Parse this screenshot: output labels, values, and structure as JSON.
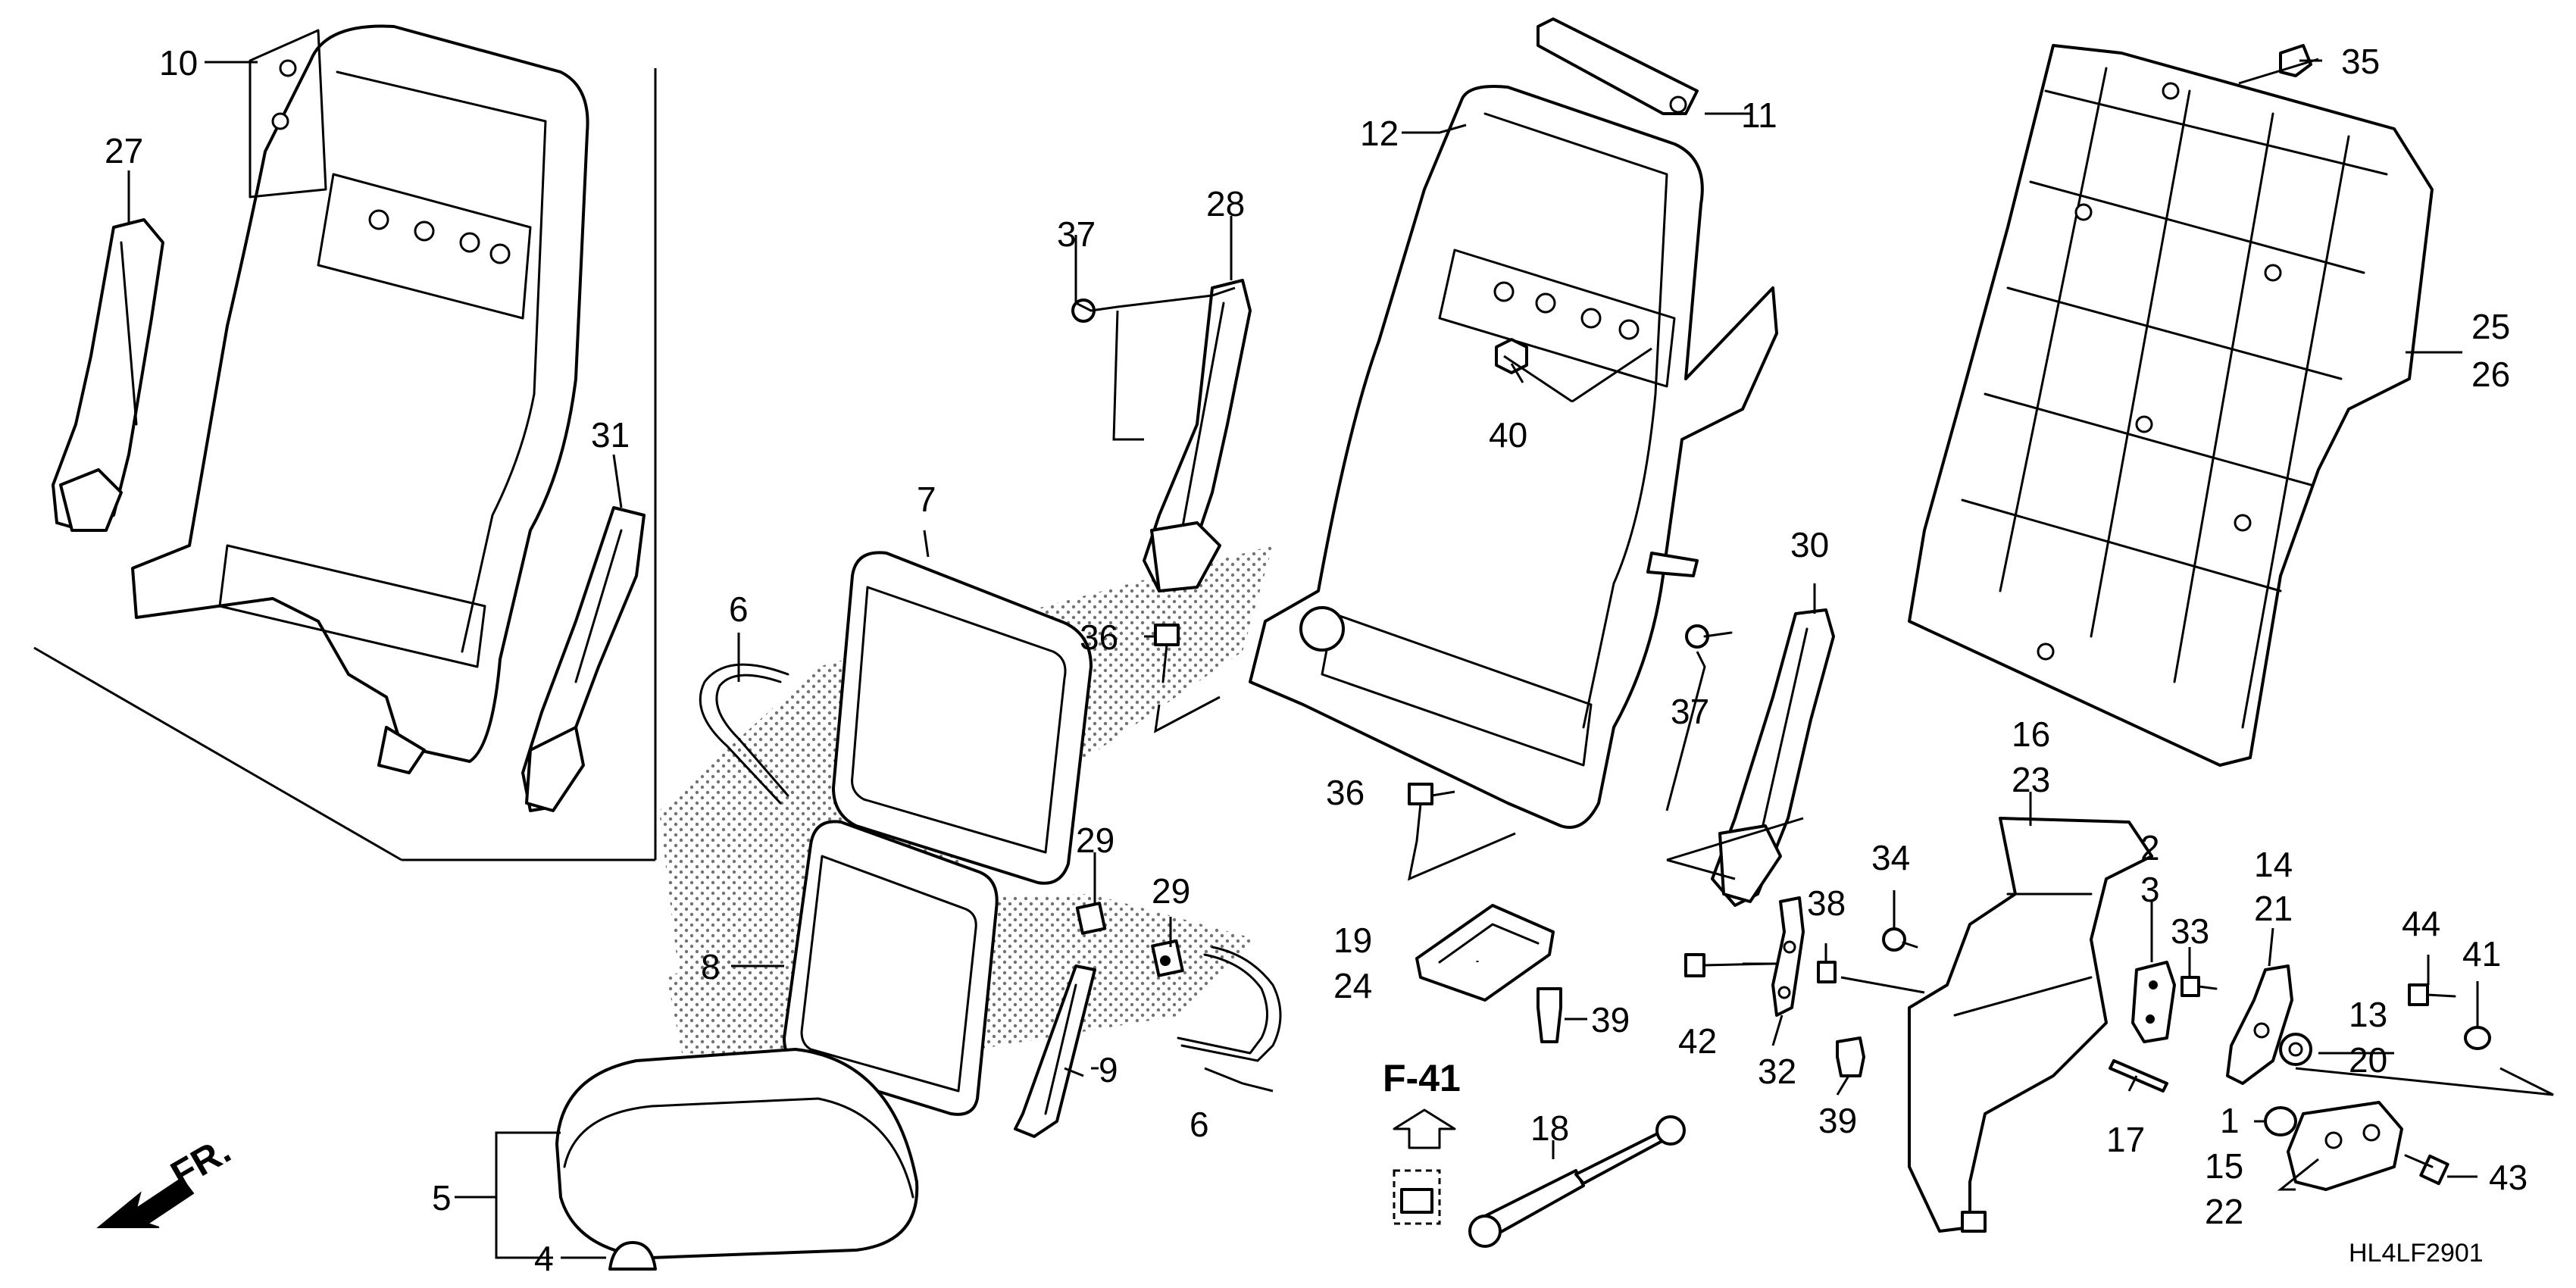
{
  "callouts": [
    {
      "id": "c10",
      "label": "10"
    },
    {
      "id": "c27",
      "label": "27"
    },
    {
      "id": "c31",
      "label": "31"
    },
    {
      "id": "c6a",
      "label": "6"
    },
    {
      "id": "c7",
      "label": "7"
    },
    {
      "id": "c8",
      "label": "8"
    },
    {
      "id": "c5",
      "label": "5"
    },
    {
      "id": "c4",
      "label": "4"
    },
    {
      "id": "c37a",
      "label": "37"
    },
    {
      "id": "c28",
      "label": "28"
    },
    {
      "id": "c36a",
      "label": "36"
    },
    {
      "id": "c29a",
      "label": "29"
    },
    {
      "id": "c29b",
      "label": "29"
    },
    {
      "id": "c9",
      "label": "9"
    },
    {
      "id": "c6b",
      "label": "6"
    },
    {
      "id": "c11",
      "label": "11"
    },
    {
      "id": "c12",
      "label": "12"
    },
    {
      "id": "c40",
      "label": "40"
    },
    {
      "id": "c30",
      "label": "30"
    },
    {
      "id": "c37b",
      "label": "37"
    },
    {
      "id": "c36b",
      "label": "36"
    },
    {
      "id": "c19",
      "label": "19"
    },
    {
      "id": "c24",
      "label": "24"
    },
    {
      "id": "c39a",
      "label": "39"
    },
    {
      "id": "c18",
      "label": "18"
    },
    {
      "id": "c35",
      "label": "35"
    },
    {
      "id": "c25",
      "label": "25"
    },
    {
      "id": "c26",
      "label": "26"
    },
    {
      "id": "c16",
      "label": "16"
    },
    {
      "id": "c23",
      "label": "23"
    },
    {
      "id": "c34",
      "label": "34"
    },
    {
      "id": "c38",
      "label": "38"
    },
    {
      "id": "c42",
      "label": "42"
    },
    {
      "id": "c32",
      "label": "32"
    },
    {
      "id": "c39b",
      "label": "39"
    },
    {
      "id": "c2",
      "label": "2"
    },
    {
      "id": "c3",
      "label": "3"
    },
    {
      "id": "c33",
      "label": "33"
    },
    {
      "id": "c17",
      "label": "17"
    },
    {
      "id": "c14",
      "label": "14"
    },
    {
      "id": "c21",
      "label": "21"
    },
    {
      "id": "c13",
      "label": "13"
    },
    {
      "id": "c20",
      "label": "20"
    },
    {
      "id": "c44",
      "label": "44"
    },
    {
      "id": "c41",
      "label": "41"
    },
    {
      "id": "c1",
      "label": "1"
    },
    {
      "id": "c15",
      "label": "15"
    },
    {
      "id": "c22",
      "label": "22"
    },
    {
      "id": "c43",
      "label": "43"
    }
  ],
  "reference": {
    "label": "F-41"
  },
  "direction": {
    "label": "FR."
  },
  "diagram_code": "HL4LF2901"
}
